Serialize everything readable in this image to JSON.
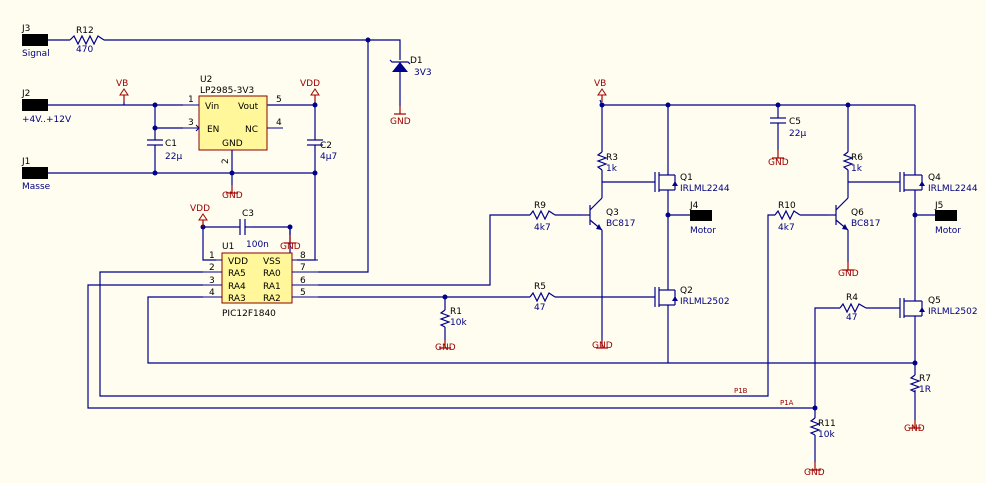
{
  "connectors": [
    {
      "ref": "J3",
      "name": "Signal"
    },
    {
      "ref": "J2",
      "name": "+4V..+12V"
    },
    {
      "ref": "J1",
      "name": "Masse"
    },
    {
      "ref": "J4",
      "name": "Motor"
    },
    {
      "ref": "J5",
      "name": "Motor"
    }
  ],
  "resistors": [
    {
      "ref": "R12",
      "value": "470"
    },
    {
      "ref": "R9",
      "value": "4k7"
    },
    {
      "ref": "R3",
      "value": "1k"
    },
    {
      "ref": "R5",
      "value": "47"
    },
    {
      "ref": "R1",
      "value": "10k"
    },
    {
      "ref": "R10",
      "value": "4k7"
    },
    {
      "ref": "R6",
      "value": "1k"
    },
    {
      "ref": "R4",
      "value": "47"
    },
    {
      "ref": "R7",
      "value": "1R"
    },
    {
      "ref": "R11",
      "value": "10k"
    }
  ],
  "capacitors": [
    {
      "ref": "C1",
      "value": "22µ"
    },
    {
      "ref": "C2",
      "value": "4µ7"
    },
    {
      "ref": "C3",
      "value": "100n"
    },
    {
      "ref": "C5",
      "value": "22µ"
    }
  ],
  "diode": {
    "ref": "D1",
    "value": "3V3"
  },
  "transistors": [
    {
      "ref": "Q1",
      "value": "IRLML2244"
    },
    {
      "ref": "Q2",
      "value": "IRLML2502"
    },
    {
      "ref": "Q3",
      "value": "BC817"
    },
    {
      "ref": "Q4",
      "value": "IRLML2244"
    },
    {
      "ref": "Q5",
      "value": "IRLML2502"
    },
    {
      "ref": "Q6",
      "value": "BC817"
    }
  ],
  "regulator": {
    "ref": "U2",
    "value": "LP2985-3V3",
    "pins": {
      "vin": "Vin",
      "vout": "Vout",
      "en": "EN",
      "nc": "NC",
      "gnd": "GND"
    },
    "pin_numbers": {
      "vin": "1",
      "en": "3",
      "vout": "5",
      "nc": "4",
      "gnd": "2"
    }
  },
  "mcu": {
    "ref": "U1",
    "value": "PIC12F1840",
    "left_pins": [
      {
        "num": "1",
        "name": "VDD"
      },
      {
        "num": "2",
        "name": "RA5"
      },
      {
        "num": "3",
        "name": "RA4"
      },
      {
        "num": "4",
        "name": "RA3"
      }
    ],
    "right_pins": [
      {
        "num": "8",
        "name": "VSS"
      },
      {
        "num": "7",
        "name": "RA0"
      },
      {
        "num": "6",
        "name": "RA1"
      },
      {
        "num": "5",
        "name": "RA2"
      }
    ]
  },
  "power": {
    "vb": "VB",
    "vdd": "VDD",
    "gnd": "GND"
  },
  "nets": {
    "p1a": "P1A",
    "p1b": "P1B"
  }
}
